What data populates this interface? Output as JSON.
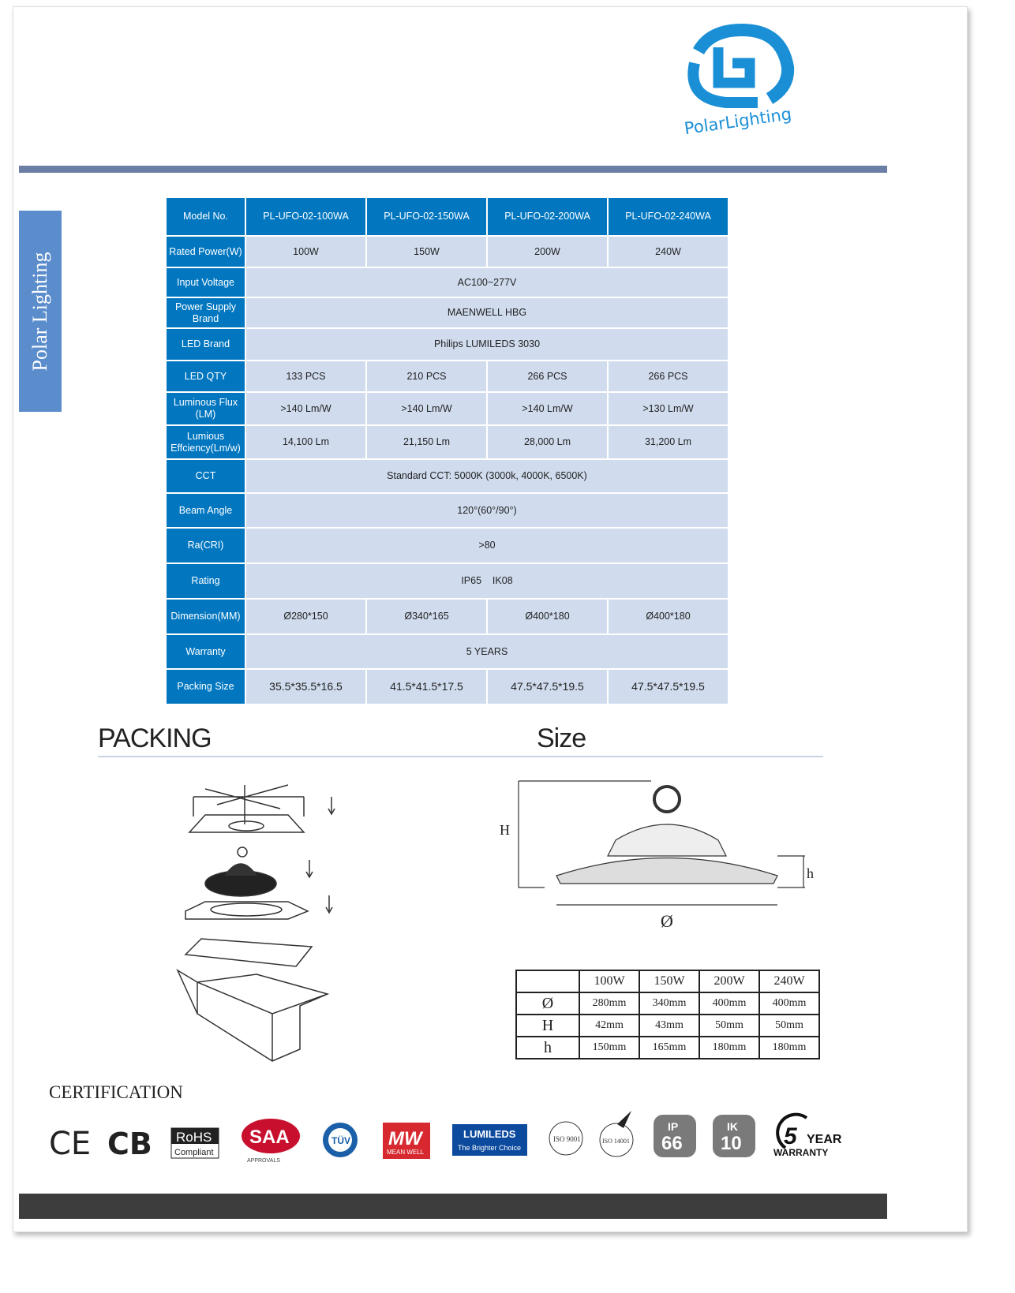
{
  "brand": {
    "logo_text": "PolarLighting",
    "side_tab": "Polar Lighting"
  },
  "colors": {
    "header_blue": "#0277c0",
    "cell_bg": "#d0dcee",
    "bar": "#6b7fa6",
    "side_tab": "#5b8ccc"
  },
  "spec": {
    "header": [
      "Model No.",
      "PL-UFO-02-100WA",
      "PL-UFO-02-150WA",
      "PL-UFO-02-200WA",
      "PL-UFO-02-240WA"
    ],
    "rows": [
      {
        "label": "Rated Power(W)",
        "values": [
          "100W",
          "150W",
          "200W",
          "240W"
        ]
      },
      {
        "label": "Input Voltage",
        "value": "AC100~277V"
      },
      {
        "label": "Power Supply Brand",
        "value": "MAENWELL HBG"
      },
      {
        "label": "LED  Brand",
        "value": "Philips LUMILEDS 3030"
      },
      {
        "label": "LED QTY",
        "values": [
          "133 PCS",
          "210 PCS",
          "266 PCS",
          "266 PCS"
        ]
      },
      {
        "label": "Luminous Flux (LM)",
        "values": [
          ">140 Lm/W",
          ">140 Lm/W",
          ">140 Lm/W",
          ">130 Lm/W"
        ]
      },
      {
        "label": "Lumious Effciency(Lm/w)",
        "values": [
          "14,100 Lm",
          "21,150 Lm",
          "28,000 Lm",
          "31,200 Lm"
        ]
      },
      {
        "label": "CCT",
        "value": "Standard CCT: 5000K (3000k, 4000K, 6500K)"
      },
      {
        "label": "Beam Angle",
        "value": "120°(60°/90°)"
      },
      {
        "label": "Ra(CRI)",
        "value": ">80"
      },
      {
        "label": "Rating",
        "value": "IP65    IK08"
      },
      {
        "label": "Dimension(MM)",
        "values": [
          "Ø280*150",
          "Ø340*165",
          "Ø400*180",
          "Ø400*180"
        ]
      },
      {
        "label": "Warranty",
        "value": "5 YEARS"
      },
      {
        "label": "Packing Size",
        "values": [
          "35.5*35.5*16.5",
          "41.5*41.5*17.5",
          "47.5*47.5*19.5",
          "47.5*47.5*19.5"
        ]
      }
    ]
  },
  "sections": {
    "packing": "PACKING",
    "size": "Size",
    "certification": "CERTIFICATION"
  },
  "diagram": {
    "H": "H",
    "h": "h",
    "dia": "Ø"
  },
  "size_table": {
    "header": [
      "",
      "100W",
      "150W",
      "200W",
      "240W"
    ],
    "rows": [
      [
        "Ø",
        "280mm",
        "340mm",
        "400mm",
        "400mm"
      ],
      [
        "H",
        "42mm",
        "43mm",
        "50mm",
        "50mm"
      ],
      [
        "h",
        "150mm",
        "165mm",
        "180mm",
        "180mm"
      ]
    ]
  },
  "certs": {
    "ce": "CE",
    "cb": "CB",
    "rohs": "RoHS",
    "rohs_sub": "Compliant",
    "saa": "SAA",
    "saa_sub": "APPROVALS",
    "tuv": "TÜV",
    "mw": "MW",
    "mw_sub": "MEAN WELL",
    "lumileds": "LUMILEDS",
    "lumileds_sub": "The Brighter Choice",
    "iso9001": "ISO 9001",
    "iso14001": "ISO 14001",
    "ip": "IP",
    "ip_num": "66",
    "ik": "IK",
    "ik_num": "10",
    "warranty_num": "5",
    "warranty_year": "YEAR",
    "warranty_word": "WARRANTY"
  }
}
